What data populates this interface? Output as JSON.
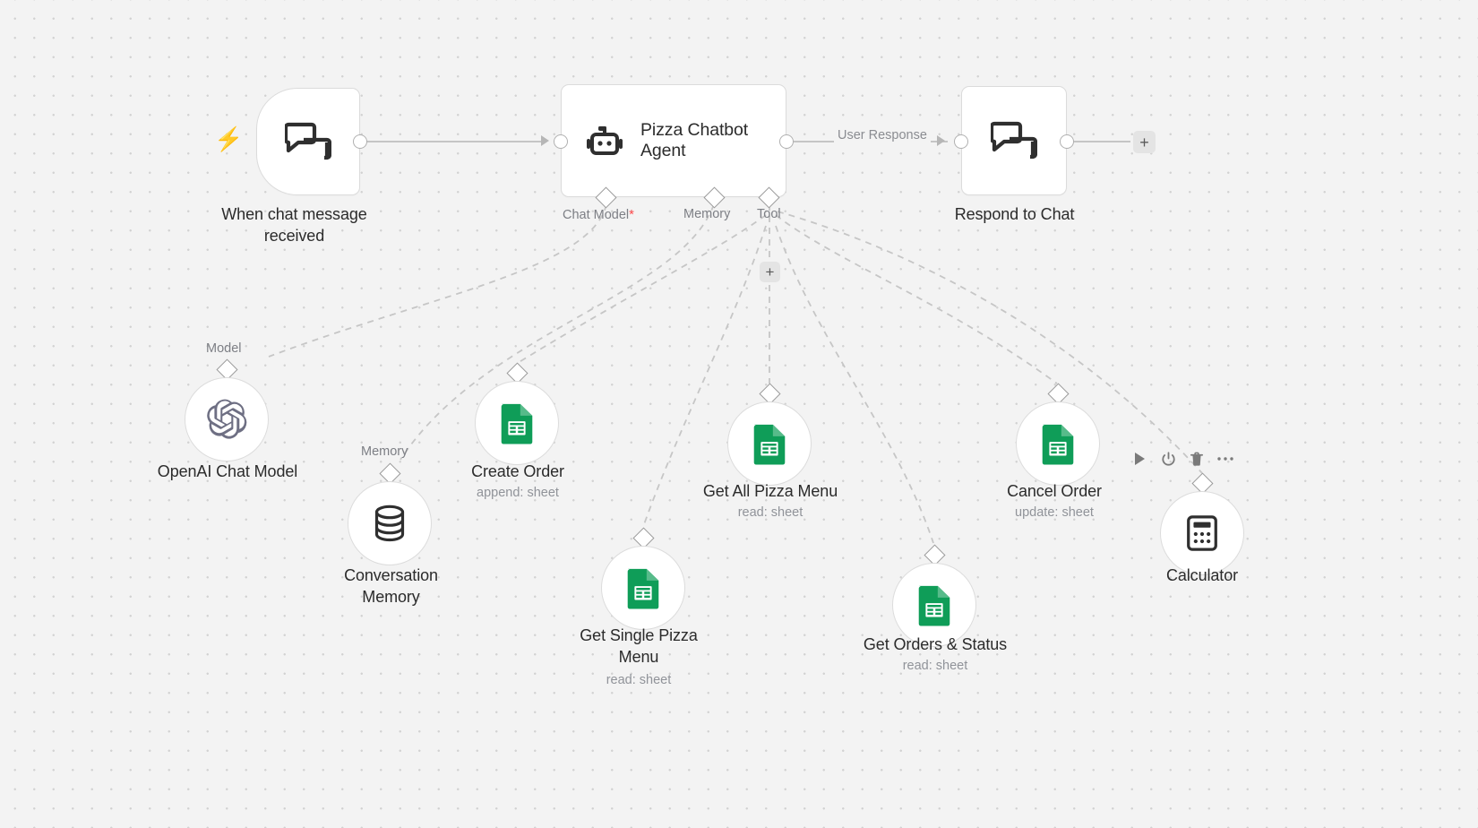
{
  "app": {
    "name": "n8n-workflow-canvas",
    "background_color": "#f3f3f3",
    "accent_trigger_color": "#ff6d5a",
    "required_marker_color": "#ff4d4f"
  },
  "main_nodes": [
    {
      "id": "when-chat-message-received",
      "caption": "When chat message\nreceived",
      "icon": "chat-bubbles-icon",
      "trigger_icon": "lightning-bolt-icon",
      "type": "trigger"
    },
    {
      "id": "pizza-chatbot-agent",
      "title": "Pizza Chatbot\nAgent",
      "icon": "robot-icon",
      "type": "agent"
    },
    {
      "id": "respond-to-chat",
      "caption": "Respond to Chat",
      "icon": "chat-bubbles-icon",
      "type": "action"
    }
  ],
  "edges": {
    "user_response_label": "User Response"
  },
  "agent_connectors": [
    {
      "id": "chat-model",
      "label": "Chat Model",
      "required": true,
      "required_marker": "*"
    },
    {
      "id": "memory",
      "label": "Memory",
      "required": false,
      "required_marker": ""
    },
    {
      "id": "tool",
      "label": "Tool",
      "required": false,
      "required_marker": ""
    }
  ],
  "sub_nodes": [
    {
      "id": "openai-chat-model",
      "caption": "OpenAI Chat Model",
      "subcaption": "",
      "connector_label": "Model",
      "icon": "openai-icon"
    },
    {
      "id": "conversation-memory",
      "caption": "Conversation\nMemory",
      "subcaption": "",
      "connector_label": "Memory",
      "icon": "database-icon"
    },
    {
      "id": "create-order",
      "caption": "Create Order",
      "subcaption": "append: sheet",
      "connector_label": "",
      "icon": "google-sheets-icon"
    },
    {
      "id": "get-single-pizza-menu",
      "caption": "Get Single Pizza\nMenu",
      "subcaption": "read: sheet",
      "connector_label": "",
      "icon": "google-sheets-icon"
    },
    {
      "id": "get-all-pizza-menu",
      "caption": "Get All Pizza Menu",
      "subcaption": "read: sheet",
      "connector_label": "",
      "icon": "google-sheets-icon"
    },
    {
      "id": "get-orders-status",
      "caption": "Get Orders & Status",
      "subcaption": "read: sheet",
      "connector_label": "",
      "icon": "google-sheets-icon"
    },
    {
      "id": "cancel-order",
      "caption": "Cancel Order",
      "subcaption": "update: sheet",
      "connector_label": "",
      "icon": "google-sheets-icon"
    },
    {
      "id": "calculator",
      "caption": "Calculator",
      "subcaption": "",
      "connector_label": "",
      "icon": "calculator-icon"
    }
  ],
  "node_toolbar": {
    "buttons": [
      {
        "id": "execute",
        "icon": "play-icon",
        "glyph": "▶"
      },
      {
        "id": "deactivate",
        "icon": "power-icon",
        "glyph": "⏻"
      },
      {
        "id": "delete",
        "icon": "trash-icon",
        "glyph": "🗑"
      },
      {
        "id": "more-options",
        "icon": "ellipsis-icon",
        "glyph": "⋯"
      }
    ]
  },
  "plus_buttons": [
    {
      "id": "add-node-after-respond",
      "label": "+"
    },
    {
      "id": "add-tool-node",
      "label": "+"
    }
  ]
}
